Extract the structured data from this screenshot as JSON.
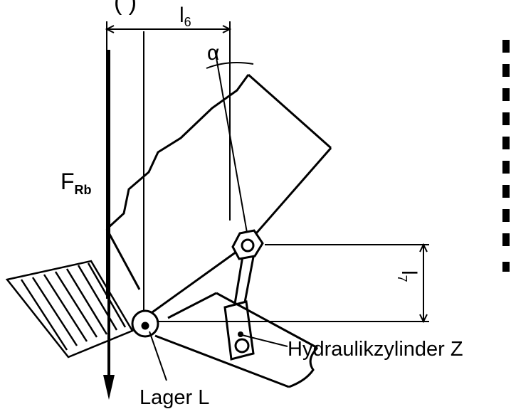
{
  "labels": {
    "top_partial": "(                          )",
    "l6": "l",
    "l6_sub": "6",
    "alpha": "α",
    "force": "F",
    "force_sub": "Rb",
    "l7": "l",
    "l7_sub": "7",
    "cylinder": "Hydraulikzylinder Z",
    "bearing": "Lager L"
  },
  "colors": {
    "line": "#000000",
    "background": "#ffffff"
  }
}
